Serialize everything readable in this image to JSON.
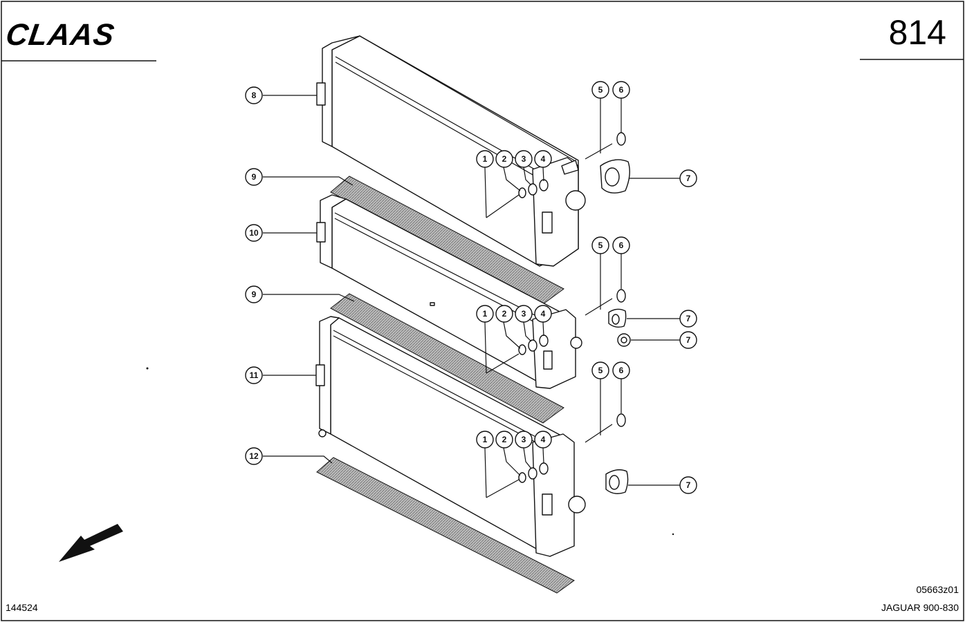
{
  "header": {
    "brand": "CLAAS",
    "page_number": "814"
  },
  "footer": {
    "left_code": "144524",
    "drawing_code": "05663z01",
    "model": "JAGUAR 900-830"
  },
  "callouts": [
    {
      "label": "8"
    },
    {
      "label": "9"
    },
    {
      "label": "10"
    },
    {
      "label": "9"
    },
    {
      "label": "11"
    },
    {
      "label": "12"
    },
    {
      "label": "1"
    },
    {
      "label": "2"
    },
    {
      "label": "3"
    },
    {
      "label": "4"
    },
    {
      "label": "5"
    },
    {
      "label": "6"
    },
    {
      "label": "7"
    },
    {
      "label": "1"
    },
    {
      "label": "2"
    },
    {
      "label": "3"
    },
    {
      "label": "4"
    },
    {
      "label": "5"
    },
    {
      "label": "6"
    },
    {
      "label": "7"
    },
    {
      "label": "7"
    },
    {
      "label": "1"
    },
    {
      "label": "2"
    },
    {
      "label": "3"
    },
    {
      "label": "4"
    },
    {
      "label": "5"
    },
    {
      "label": "6"
    },
    {
      "label": "7"
    }
  ],
  "colors": {
    "ink": "#111111",
    "paper": "#ffffff"
  },
  "icons": [
    "direction-arrow-icon"
  ]
}
